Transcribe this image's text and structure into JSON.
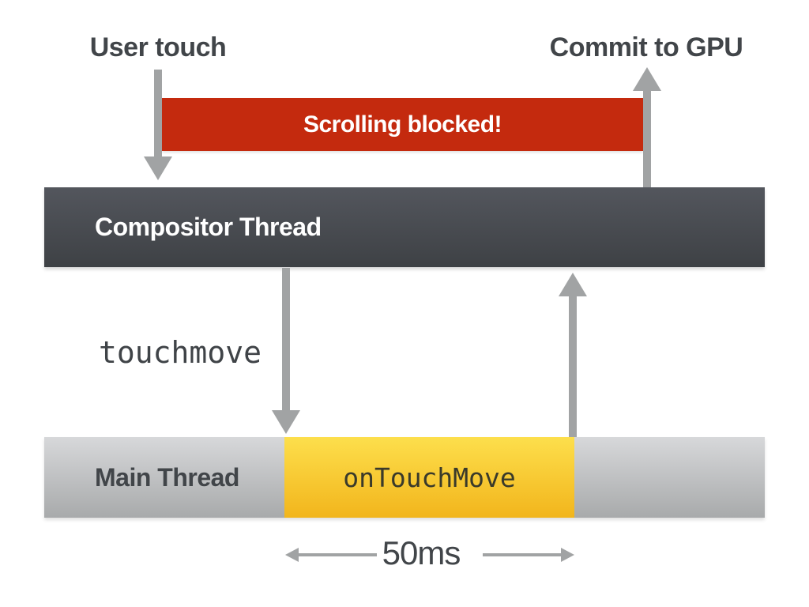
{
  "diagram": {
    "top_labels": {
      "user_touch": "User touch",
      "commit_to_gpu": "Commit to GPU"
    },
    "blocked_banner": {
      "label": "Scrolling blocked!"
    },
    "compositor_bar": {
      "label": "Compositor Thread"
    },
    "event_label": {
      "text": "touchmove"
    },
    "main_bar": {
      "label": "Main Thread",
      "busy_segment_label": "onTouchMove"
    },
    "duration": {
      "label": "50ms"
    }
  },
  "colors": {
    "background": "#ffffff",
    "title_text": "#414549",
    "blocked_bar": "#c42a0e",
    "blocked_text": "#ffffff",
    "compositor_top": "#53565d",
    "compositor_bottom": "#3e4145",
    "compositor_text": "#ffffff",
    "main_top": "#d7d8da",
    "main_bottom": "#a8aaab",
    "busy_top": "#fddf4c",
    "busy_bottom": "#f2b51c",
    "busy_text": "#3a3a2a",
    "code_text": "#3f4347",
    "arrow": "#a1a3a4"
  }
}
